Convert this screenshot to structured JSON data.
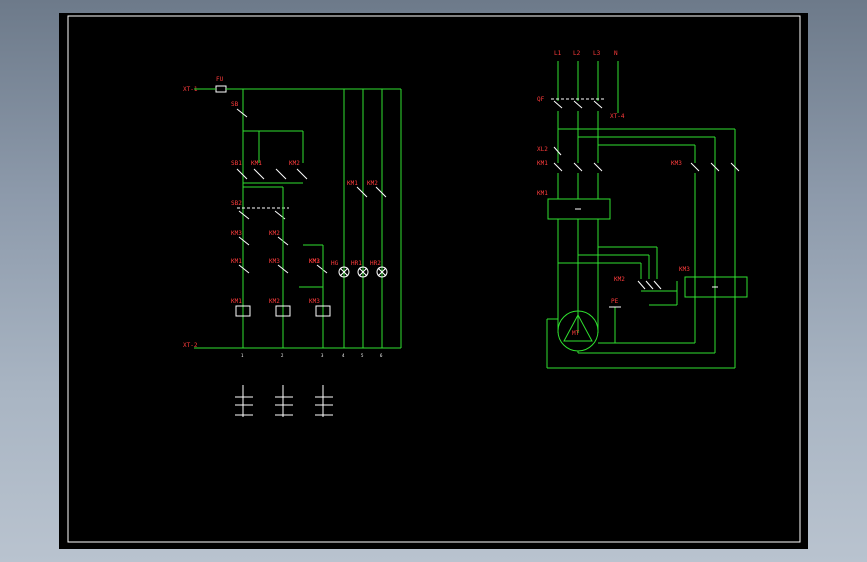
{
  "control": {
    "terminal_top": "XT-1",
    "terminal_bottom": "XT-2",
    "fuse": "FU",
    "stop_switch": "SB",
    "start_switch": "SB1",
    "aux_km1": "KM1",
    "aux_km2": "KM2",
    "switch_sb2": "SB2",
    "km3_a": "KM3",
    "km2_a": "KM2",
    "km1_b": "KM1",
    "km3_b": "KM3",
    "km2_b": "KM2",
    "lamp_contact_1": "KM1",
    "lamp_contact_2": "KM2",
    "lamp_contact_3": "KM3",
    "lamp_1": "HG",
    "lamp_2": "HR1",
    "lamp_3": "HR2",
    "coil_1": "KM1",
    "coil_2": "KM2",
    "coil_3": "KM3",
    "wire_numbers": [
      "1",
      "2",
      "3",
      "4",
      "5",
      "6"
    ]
  },
  "power": {
    "phase_1": "L1",
    "phase_2": "L2",
    "phase_3": "L3",
    "neutral": "N",
    "breaker": "QF",
    "terminal": "XT-4",
    "relay": "XL2",
    "contactor_1": "KM1",
    "contactor_1_coil": "KM1",
    "contactor_2": "KM2",
    "contactor_3": "KM3",
    "contactor_3_coil": "KM3",
    "ground": "PE",
    "motor": "MT"
  },
  "colors": {
    "wire": "#2fe02f",
    "label": "#ff3b3b",
    "sheet": "#000000"
  }
}
